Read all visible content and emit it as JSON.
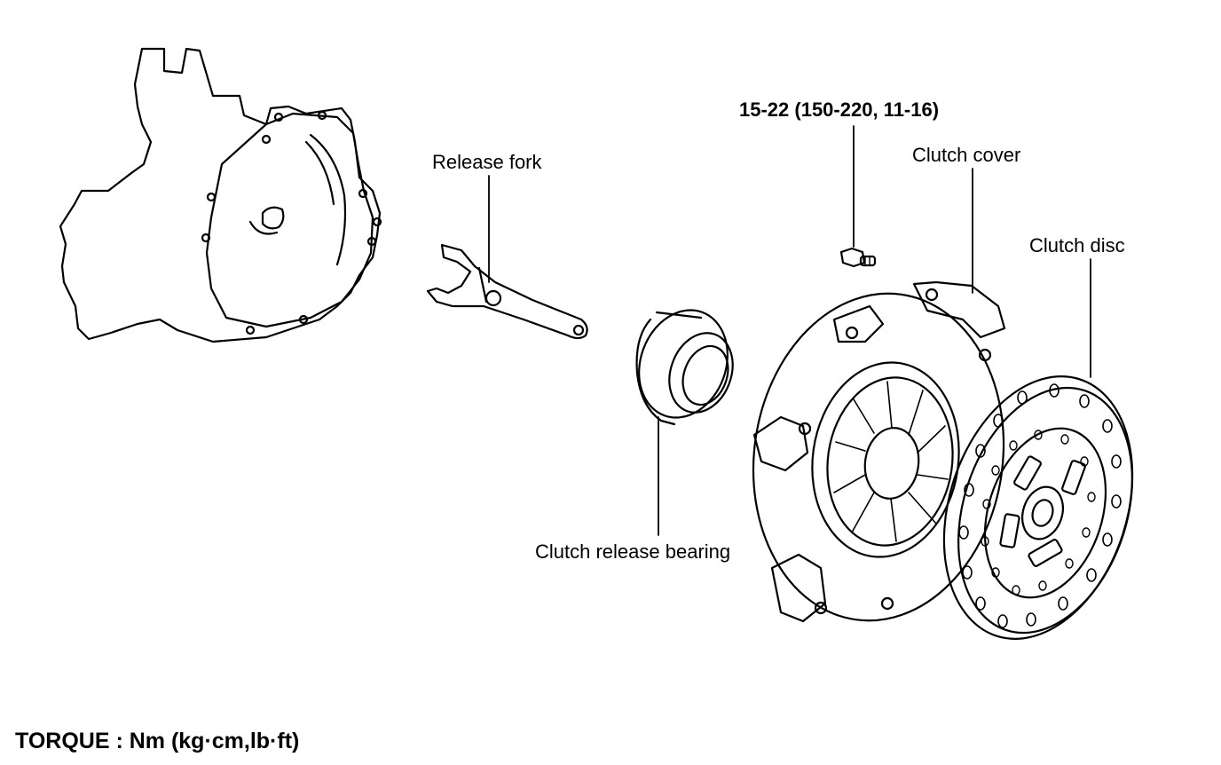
{
  "labels": {
    "release_fork": "Release fork",
    "bolt_torque": "15-22 (150-220, 11-16)",
    "clutch_cover": "Clutch cover",
    "clutch_disc": "Clutch disc",
    "clutch_release_bearing": "Clutch release bearing"
  },
  "torque_note": "TORQUE : Nm (kg·cm,lb·ft)"
}
